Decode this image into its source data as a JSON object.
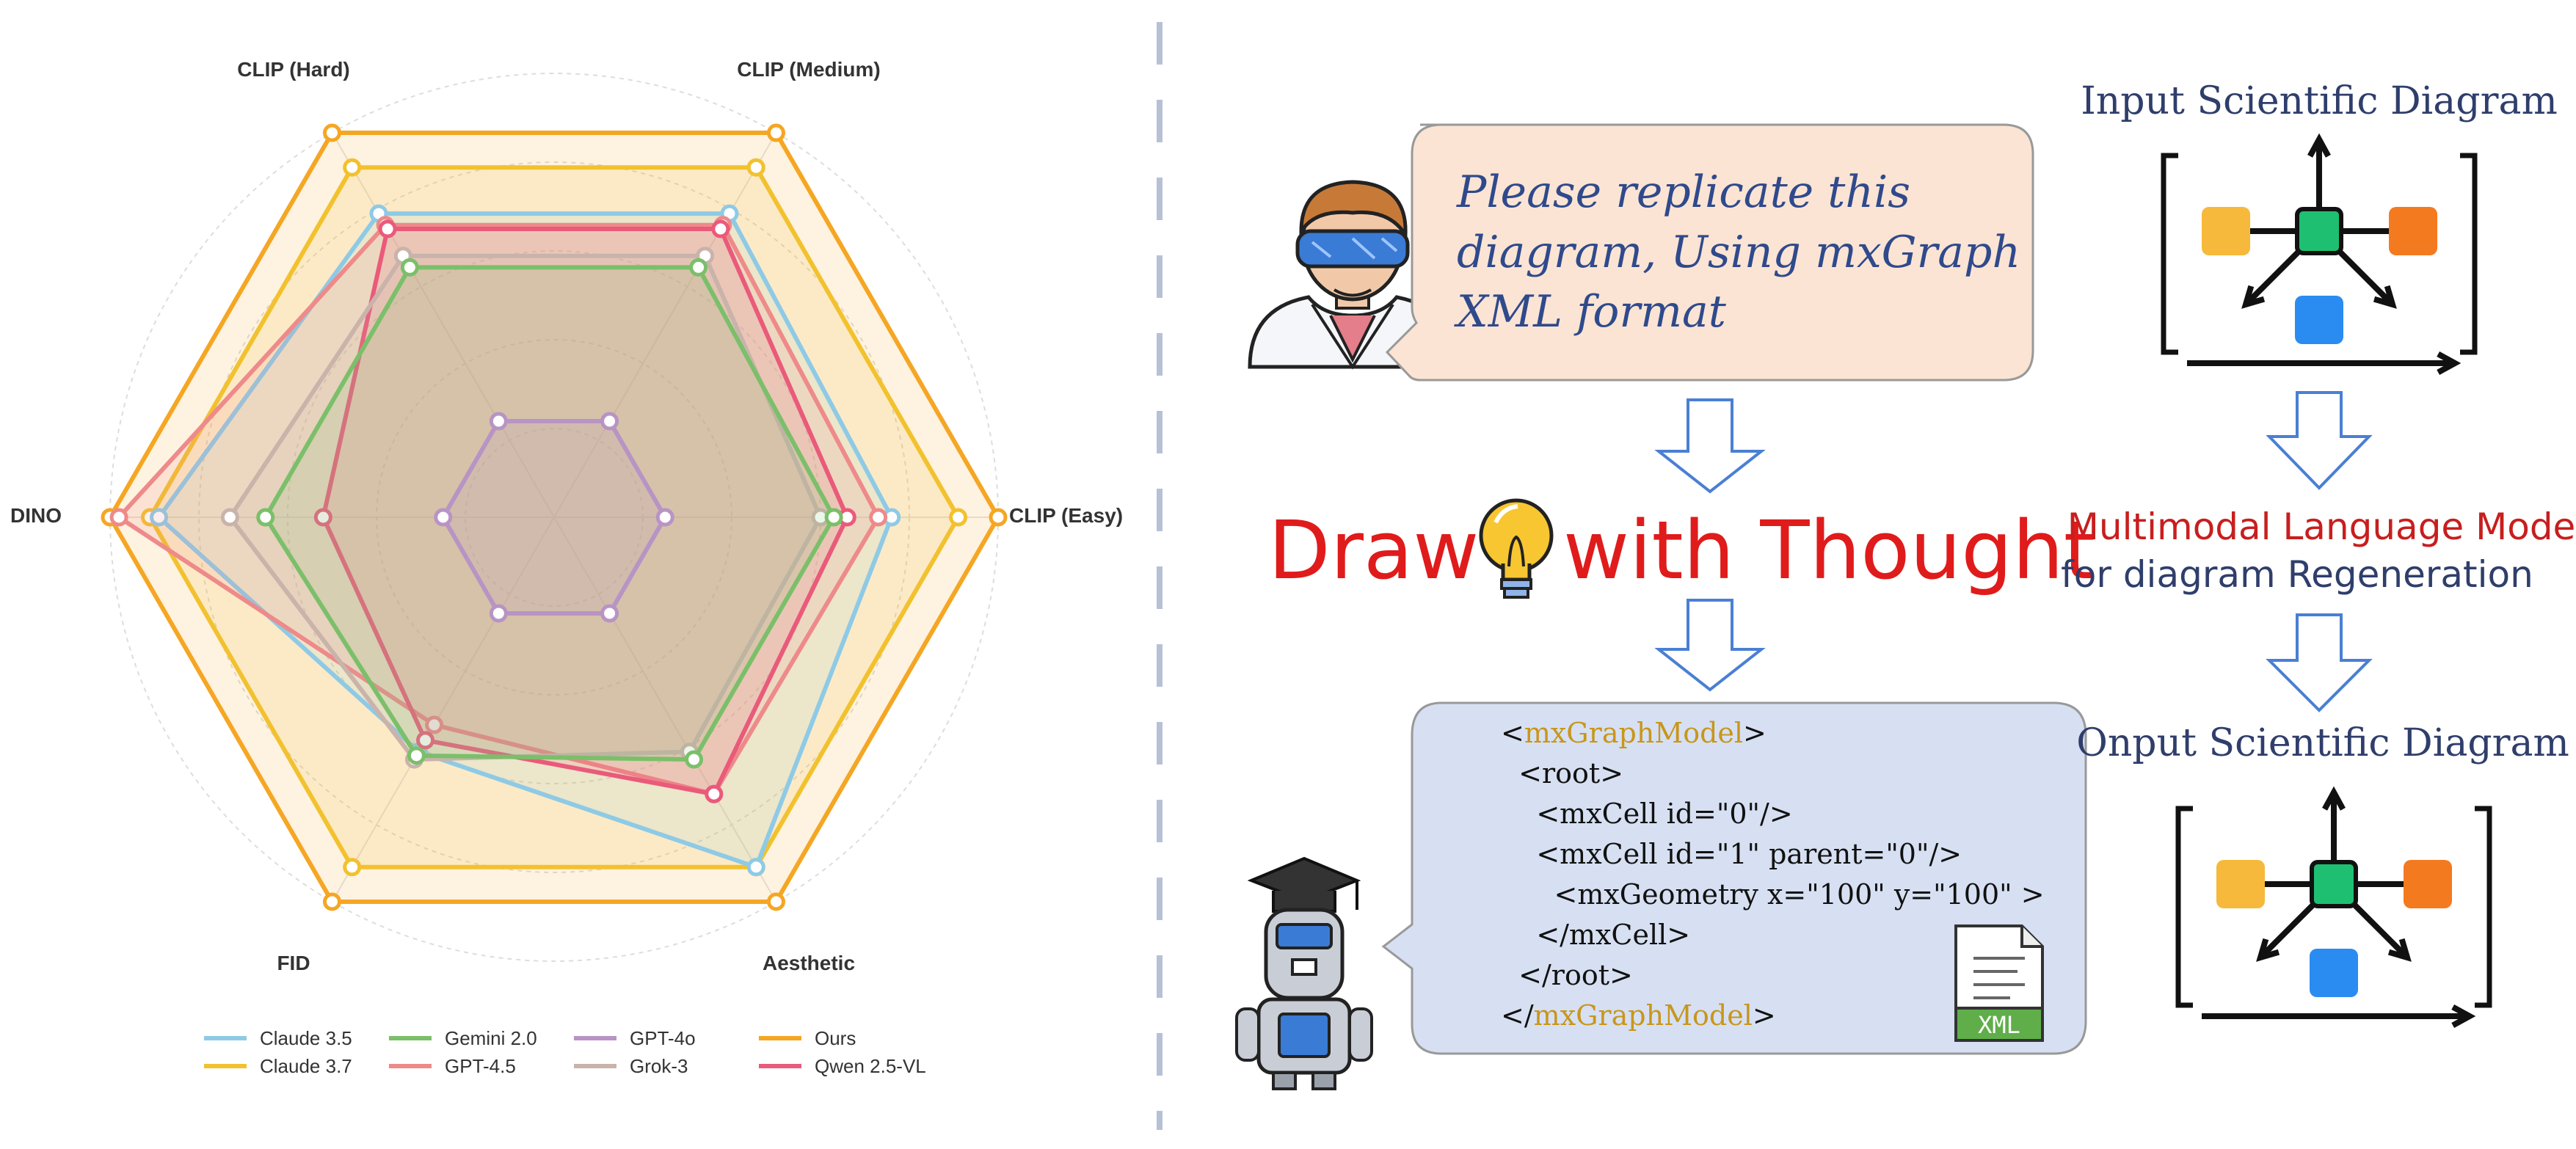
{
  "radar": {
    "axes": [
      "CLIP (Easy)",
      "CLIP (Medium)",
      "CLIP (Hard)",
      "DINO",
      "FID",
      "Aesthetic"
    ],
    "rmax": 100,
    "grid": true,
    "legend_position": "bottom",
    "series": [
      {
        "name": "Claude 3.5",
        "color": "#8ecae6",
        "values": [
          76,
          79,
          79,
          89,
          61,
          91
        ]
      },
      {
        "name": "Claude 3.7",
        "color": "#f2c12e",
        "values": [
          91,
          91,
          91,
          91,
          91,
          91
        ]
      },
      {
        "name": "Gemini 2.0",
        "color": "#7bbf6a",
        "values": [
          63,
          65,
          65,
          65,
          62,
          63
        ]
      },
      {
        "name": "GPT-4.5",
        "color": "#ee8a8a",
        "values": [
          73,
          76,
          76,
          98,
          54,
          72
        ]
      },
      {
        "name": "GPT-4o",
        "color": "#b894c4",
        "values": [
          25,
          25,
          25,
          25,
          25,
          25
        ]
      },
      {
        "name": "Grok-3",
        "color": "#c9b3aa",
        "values": [
          60,
          68,
          68,
          73,
          63,
          61
        ]
      },
      {
        "name": "Ours",
        "color": "#f5a623",
        "values": [
          100,
          100,
          100,
          100,
          100,
          100
        ]
      },
      {
        "name": "Qwen 2.5-VL",
        "color": "#ea5a7a",
        "values": [
          66,
          75,
          75,
          52,
          58,
          72
        ]
      }
    ]
  },
  "center": {
    "speech": [
      "Please replicate this",
      "diagram, Using mxGraph",
      "XML format"
    ],
    "title_left": "Draw",
    "title_right": "with Thought",
    "code": [
      {
        "pre": "<",
        "kw": "mxGraphModel",
        "post": ">"
      },
      {
        "pre": "  <root>",
        "kw": "",
        "post": ""
      },
      {
        "pre": "    <mxCell id=\"0\"/>",
        "kw": "",
        "post": ""
      },
      {
        "pre": "    <mxCell id=\"1\" parent=\"0\"/>",
        "kw": "",
        "post": ""
      },
      {
        "pre": "      <mxGeometry x=\"100\" y=\"100\" >",
        "kw": "",
        "post": ""
      },
      {
        "pre": "    </mxCell>",
        "kw": "",
        "post": ""
      },
      {
        "pre": "  </root>",
        "kw": "",
        "post": ""
      },
      {
        "pre": "</",
        "kw": "mxGraphModel",
        "post": ">"
      }
    ],
    "xml_badge": "XML"
  },
  "right": {
    "input_title": "Input Scientific Diagram",
    "model_line1": "Multimodal Language Model",
    "model_line2": "for diagram Regeneration",
    "output_title": "Onput Scientific Diagram"
  },
  "colors": {
    "red_title": "#e01b1b",
    "dark_blue_text": "#2f3e6b",
    "keyword": "#c8961a",
    "bubble_pink": "#fbe4d4",
    "bubble_blue": "#d6e0f2",
    "arrow_blue": "#4a7fd4",
    "divider": "#b7c1d6"
  }
}
